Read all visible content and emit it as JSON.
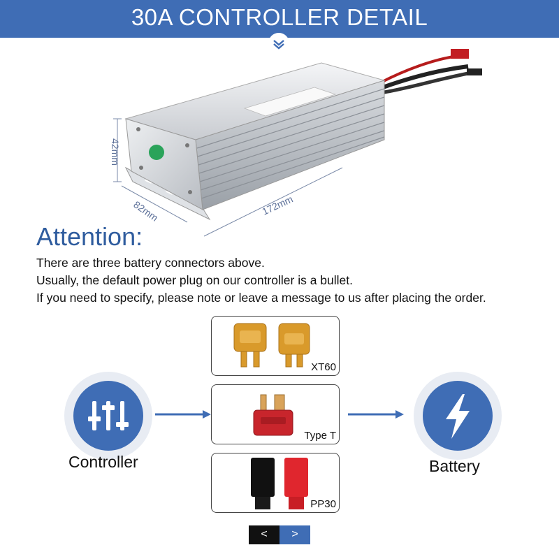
{
  "banner": {
    "title": "30A CONTROLLER DETAIL"
  },
  "product": {
    "dim_height": "42mm",
    "dim_width": "82mm",
    "dim_length": "172mm"
  },
  "attention": {
    "title": "Attention:",
    "lines": [
      "There are three battery connectors above.",
      "Usually, the default power plug on our controller is a bullet.",
      "If you need to specify, please note or leave a message to us after placing the order."
    ]
  },
  "diagram": {
    "source_label": "Controller",
    "target_label": "Battery",
    "connectors": [
      {
        "label": "XT60"
      },
      {
        "label": "Type T"
      },
      {
        "label": "PP30"
      }
    ]
  },
  "pager": {
    "prev": "<",
    "next": ">"
  },
  "colors": {
    "brand_blue": "#3f6db5",
    "heading_blue": "#2f5c9e",
    "xt60_yellow": "#d99a2b",
    "deans_red": "#c8252c",
    "pp_black": "#111111",
    "pp_red": "#e0262e"
  }
}
